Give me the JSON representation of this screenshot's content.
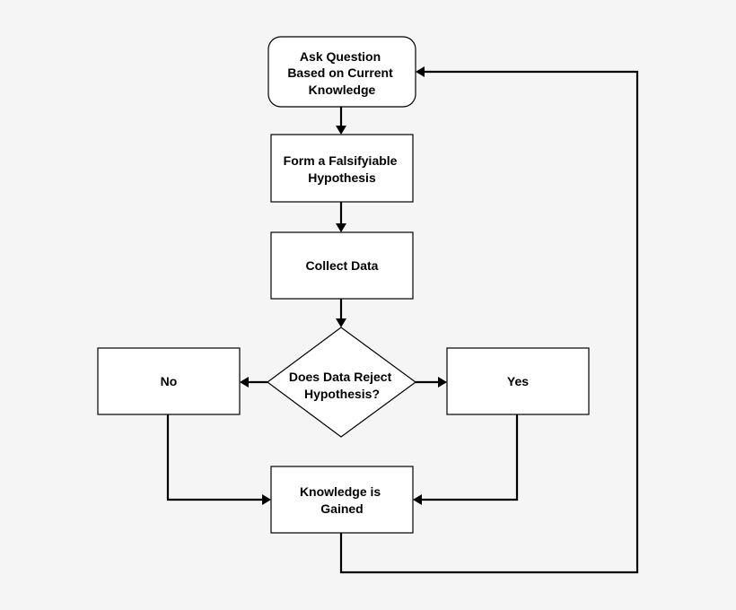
{
  "colors": {
    "background": "#f5f5f5",
    "node_fill": "#ffffff",
    "line": "#000000"
  },
  "nodes": {
    "ask_question": {
      "shape": "rounded-rectangle",
      "lines": [
        "Ask Question",
        "Based on Current",
        "Knowledge"
      ]
    },
    "form_hypothesis": {
      "shape": "rectangle",
      "lines": [
        "Form a Falsifyiable",
        "Hypothesis"
      ]
    },
    "collect_data": {
      "shape": "rectangle",
      "lines": [
        "Collect Data"
      ]
    },
    "decision": {
      "shape": "diamond",
      "lines": [
        "Does Data Reject",
        "Hypothesis?"
      ]
    },
    "no": {
      "shape": "rectangle",
      "lines": [
        "No"
      ]
    },
    "yes": {
      "shape": "rectangle",
      "lines": [
        "Yes"
      ]
    },
    "knowledge_gained": {
      "shape": "rectangle",
      "lines": [
        "Knowledge is",
        "Gained"
      ]
    }
  },
  "edges": [
    {
      "from": "ask_question",
      "to": "form_hypothesis"
    },
    {
      "from": "form_hypothesis",
      "to": "collect_data"
    },
    {
      "from": "collect_data",
      "to": "decision"
    },
    {
      "from": "decision",
      "to": "no"
    },
    {
      "from": "decision",
      "to": "yes"
    },
    {
      "from": "no",
      "to": "knowledge_gained"
    },
    {
      "from": "yes",
      "to": "knowledge_gained"
    },
    {
      "from": "knowledge_gained",
      "to": "ask_question"
    }
  ]
}
